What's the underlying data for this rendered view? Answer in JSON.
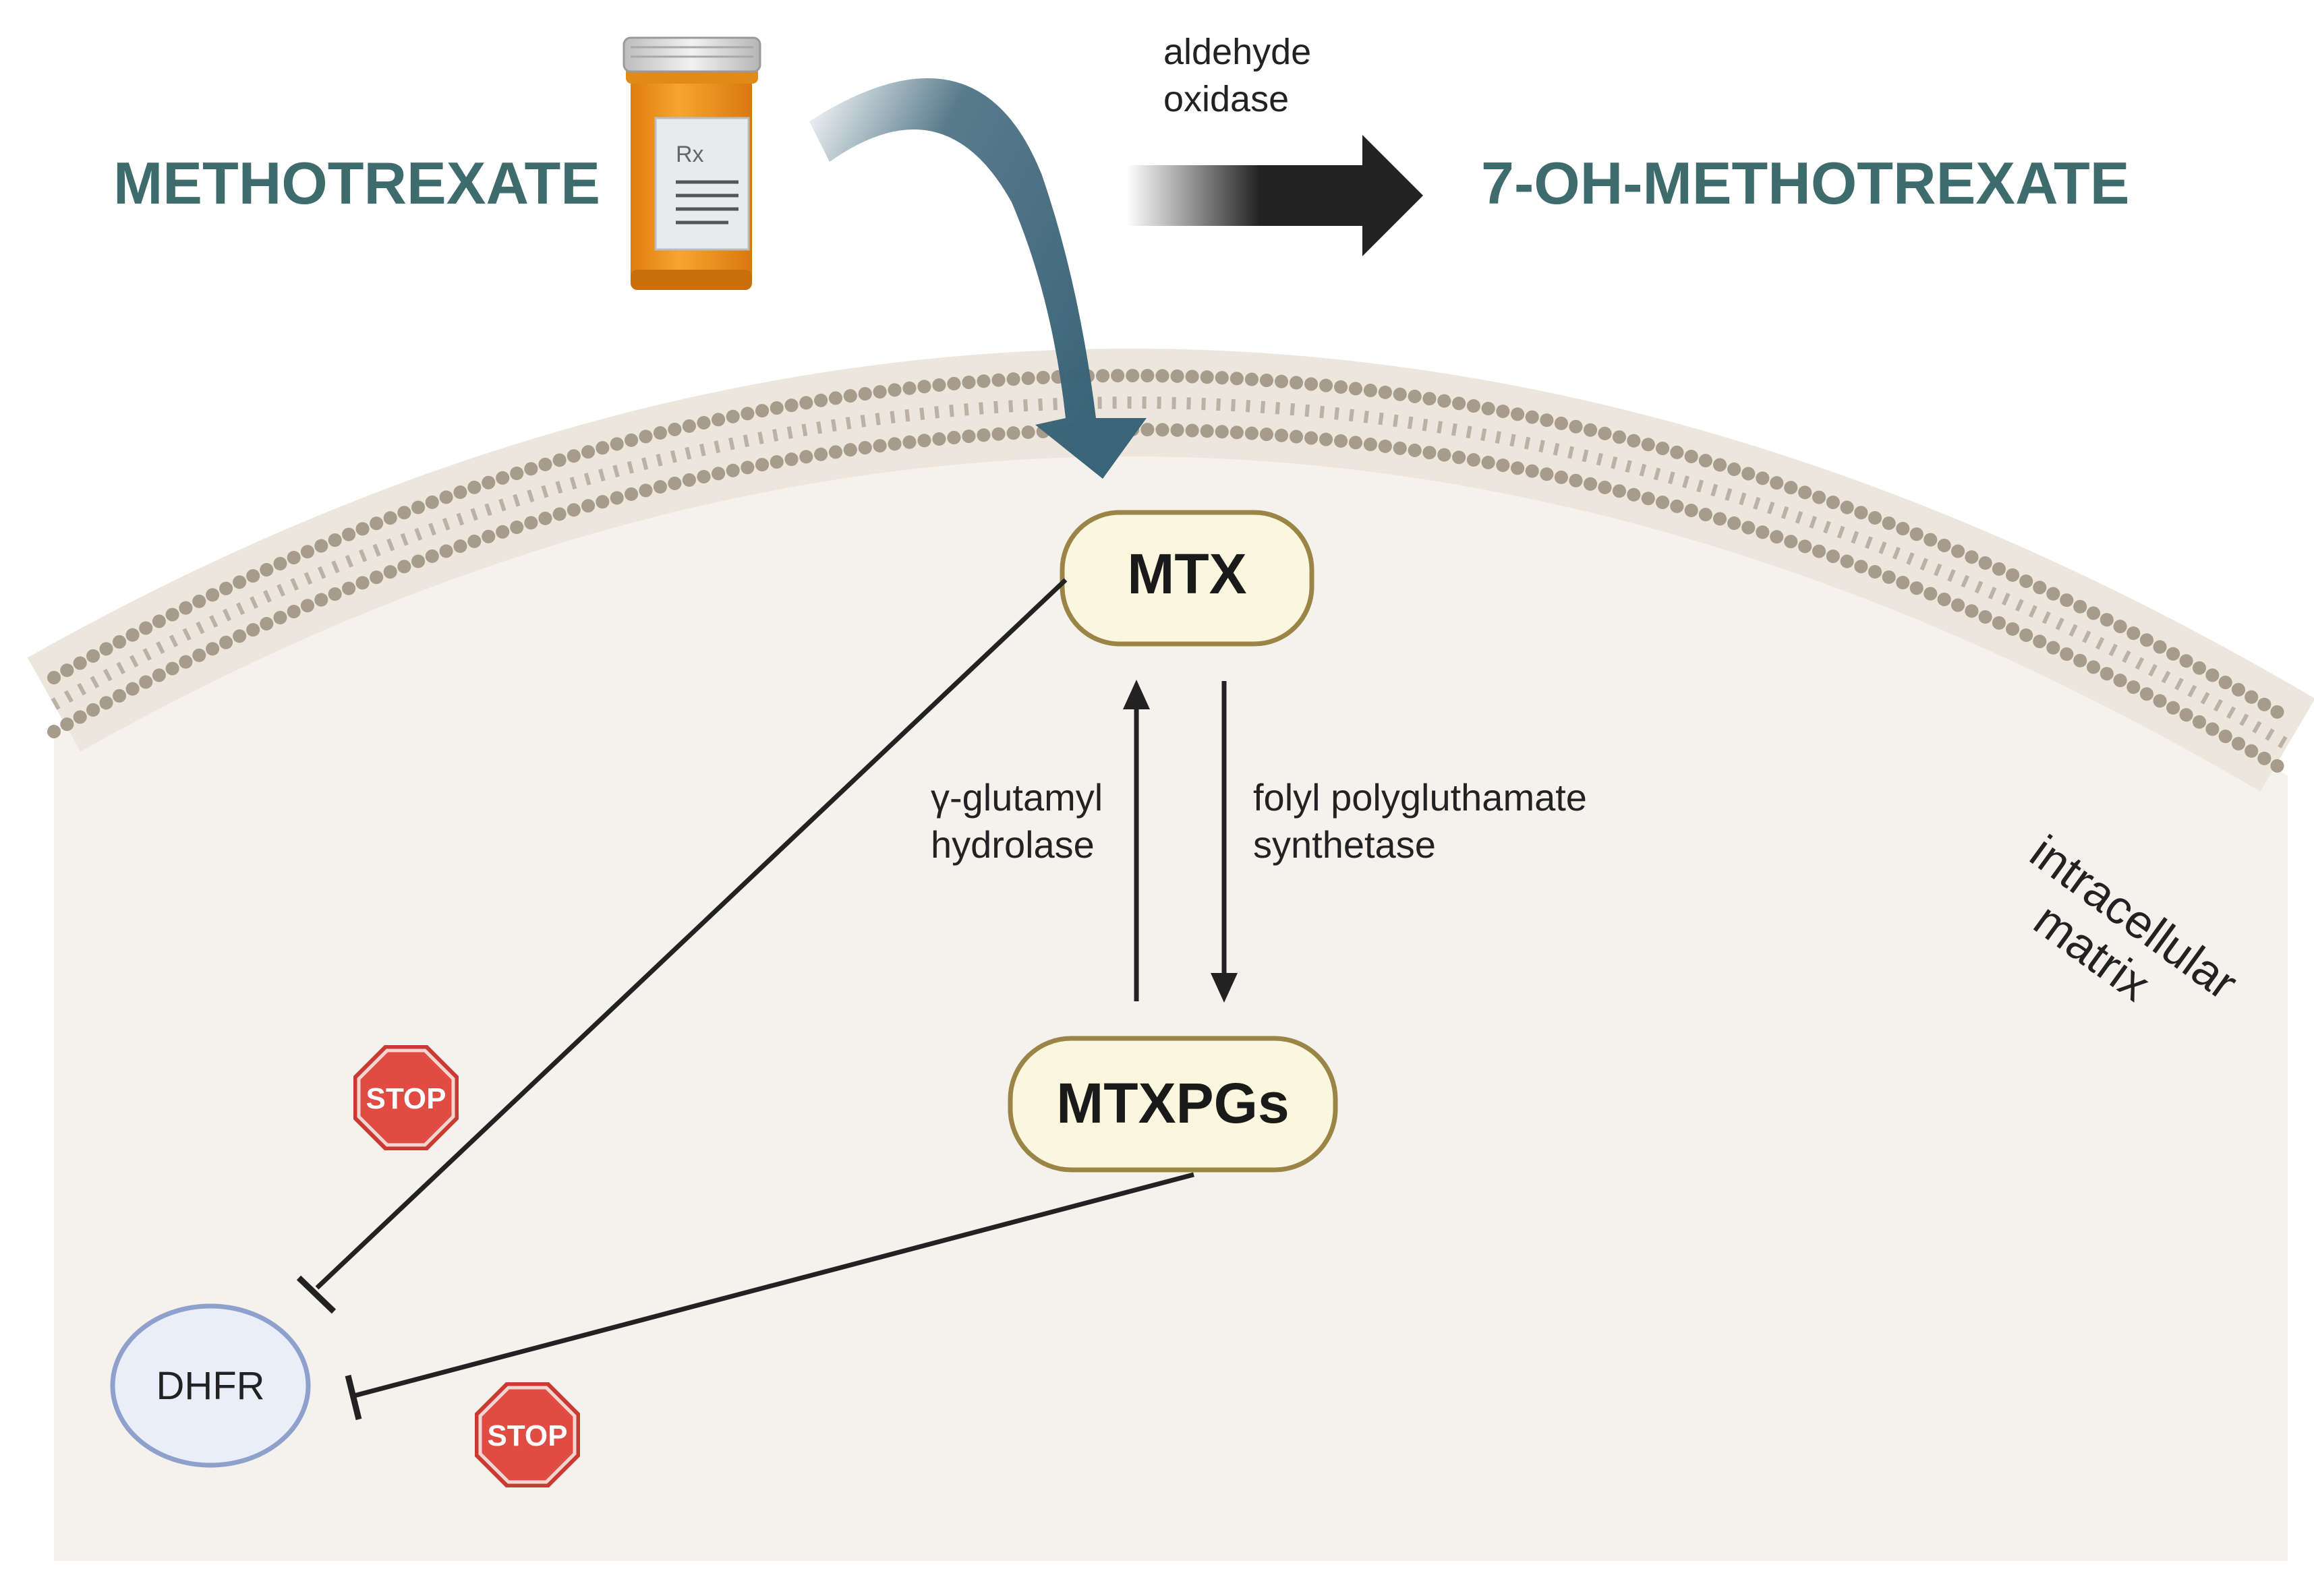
{
  "labels": {
    "drug": "METHOTREXATE",
    "metabolite": "7-OH-METHOTREXATE",
    "enzyme_oxidase_line1": "aldehyde",
    "enzyme_oxidase_line2": "oxidase",
    "node_mtx": "MTX",
    "node_mtxpgs": "MTXPGs",
    "node_dhfr": "DHFR",
    "enzyme_hydrolase_line1": "γ-glutamyl",
    "enzyme_hydrolase_line2": "hydrolase",
    "enzyme_synthetase_line1": "folyl polygluthamate",
    "enzyme_synthetase_line2": "synthetase",
    "region_line1": "intracellular",
    "region_line2": "matrix",
    "stop_sign": "STOP",
    "rx_symbol": "Rx"
  },
  "colors": {
    "title_teal": "#3e6b6c",
    "influx_arrow": "#3b6478",
    "oxidase_arrow": "#222222",
    "node_fill": "#fbf6de",
    "node_stroke": "#9a8446",
    "dhfr_fill": "#e9eef8",
    "dhfr_stroke": "#8ea0cc",
    "cell_fill": "#f5f2ee",
    "membrane": "#a89d8c",
    "stop_red": "#d9463e",
    "bottle_orange": "#f19a22",
    "cap_gray": "#d9d9d9"
  },
  "icons": [
    "pill-bottle-icon",
    "stop-sign-icon"
  ]
}
